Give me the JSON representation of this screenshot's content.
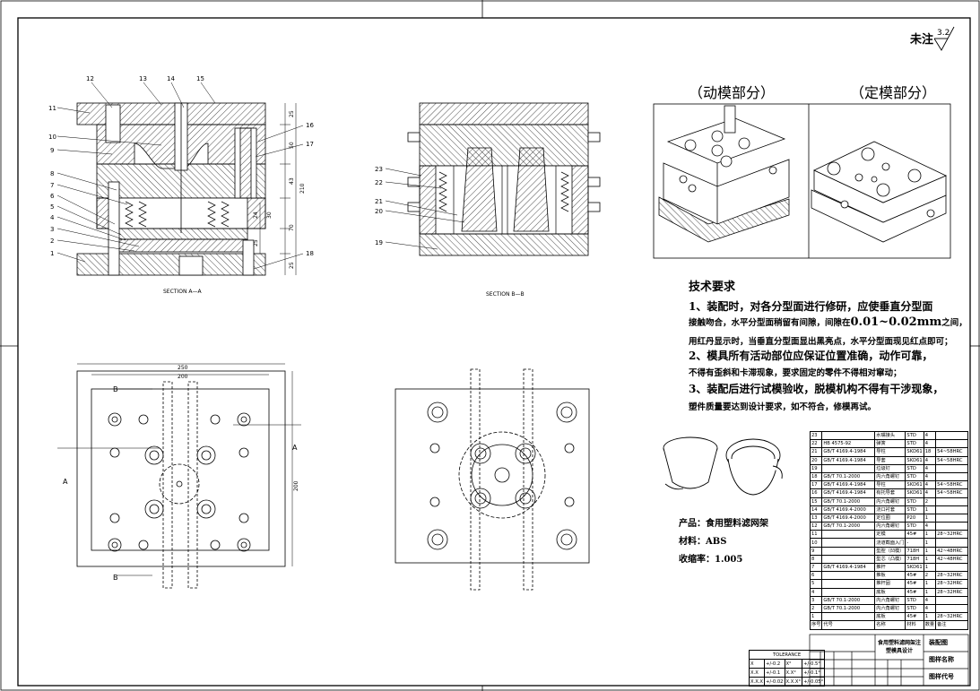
{
  "header": {
    "surface_note": "未注",
    "roughness": "3.2"
  },
  "sections": {
    "aa": "SECTION A—A",
    "bb": "SECTION B—B"
  },
  "views": {
    "moving": "（动模部分）",
    "fixed": "（定模部分）"
  },
  "section_marks": {
    "a": "A",
    "b": "B"
  },
  "left_callouts": [
    "11",
    "10",
    "9",
    "8",
    "7",
    "6",
    "5",
    "4",
    "3",
    "2",
    "1"
  ],
  "top_callouts": [
    "12",
    "13",
    "14",
    "15"
  ],
  "right_callouts": [
    "16",
    "17",
    "18"
  ],
  "bb_callouts": [
    "23",
    "22",
    "21",
    "20",
    "19"
  ],
  "dimensions": {
    "right": [
      "25",
      "50",
      "43",
      "210",
      "30",
      "70",
      "25"
    ],
    "inner": [
      "24",
      "25"
    ],
    "width_top": "250",
    "width_inner": "200",
    "height_right": "200"
  },
  "tech": {
    "title": "技术要求",
    "l1": "1、装配时，对各分型面进行修研，应使垂直分型面",
    "l2a": "接触吻合，水平分型面稍留有间隙，间隙在",
    "l2b": "0.01~0.02mm",
    "l2c": "之间，",
    "l3": "用红丹显示时，当垂直分型面显出黑亮点，水平分型面现见红点即可；",
    "l4": "2、模具所有活动部位应保证位置准确，动作可靠，",
    "l5": "不得有歪斜和卡滞现象，要求固定的零件不得相对窜动；",
    "l6": "3、装配后进行试模验收，脱模机构不得有干涉现象，",
    "l7": "塑件质量要达到设计要求，如不符合，修模再试。"
  },
  "product": {
    "name": "产品：食用塑料滤网架",
    "material": "材料：ABS",
    "shrink": "收缩率：1.005"
  },
  "bom": [
    [
      "23",
      "",
      "水嘴接头",
      "STD",
      "4",
      ""
    ],
    [
      "22",
      "HB 4575-92",
      "弹簧",
      "STD",
      "4",
      ""
    ],
    [
      "21",
      "GB/T 4169.4-1984",
      "导柱",
      "SKD61",
      "18",
      "54~58HRC"
    ],
    [
      "20",
      "GB/T 4169.4-1984",
      "导套",
      "SKD61",
      "4",
      "54~58HRC"
    ],
    [
      "19",
      "",
      "垃圾钉",
      "STD",
      "4",
      ""
    ],
    [
      "18",
      "GB/T 70.1-2000",
      "内六角螺钉",
      "STD",
      "4",
      ""
    ],
    [
      "17",
      "GB/T 4169.4-1984",
      "导柱",
      "SKD61",
      "4",
      "54~58HRC"
    ],
    [
      "16",
      "GB/T 4169.4-1984",
      "有托导套",
      "SKD61",
      "4",
      "54~58HRC"
    ],
    [
      "15",
      "GB/T 70.1-2000",
      "内六角螺钉",
      "STD",
      "2",
      ""
    ],
    [
      "14",
      "GB/T 4169.4-2000",
      "浇口衬套",
      "STD",
      "1",
      ""
    ],
    [
      "13",
      "GB/T 4169.4-2000",
      "定位圈",
      "P20",
      "1",
      ""
    ],
    [
      "12",
      "GB/T 70.1-2000",
      "内六角螺钉",
      "STD",
      "4",
      ""
    ],
    [
      "11",
      "",
      "定模",
      "45#",
      "1",
      "28~32HRC"
    ],
    [
      "10",
      "",
      "浇道截面入门",
      "-",
      "1",
      ""
    ],
    [
      "9",
      "",
      "型腔（凹模）",
      "718H",
      "1",
      "42~48HRC"
    ],
    [
      "8",
      "",
      "型芯（凸模）",
      "718H",
      "1",
      "42~48HRC"
    ],
    [
      "7",
      "GB/T 4169.4-1984",
      "推杆",
      "SKD61",
      "1",
      ""
    ],
    [
      "6",
      "",
      "推板",
      "45#",
      "2",
      "28~32HRC"
    ],
    [
      "5",
      "",
      "推杆固",
      "45#",
      "1",
      "28~32HRC"
    ],
    [
      "4",
      "",
      "底板",
      "45#",
      "1",
      "28~32HRC"
    ],
    [
      "3",
      "GB/T 70.1-2000",
      "内六角螺钉",
      "STD",
      "4",
      ""
    ],
    [
      "2",
      "GB/T 70.1-2000",
      "内六角螺钉",
      "STD",
      "4",
      ""
    ],
    [
      "1",
      "",
      "底板",
      "45#",
      "1",
      "28~32HRC"
    ]
  ],
  "bom_header": [
    "序号",
    "代号",
    "名称",
    "材料",
    "数量",
    "备注"
  ],
  "title_block": {
    "design": "食用塑料滤网架注塑模具设计",
    "drawing_type": "装配图",
    "drawing_name": "图样名称",
    "drawing_no": "图样代号"
  },
  "tolerance": {
    "title": "TOLERANCE",
    "rows": [
      [
        "X",
        "+/-0.2",
        "X°",
        "+/-0.5°"
      ],
      [
        "X.X",
        "+/-0.1",
        "X.X°",
        "+/-0.1°"
      ],
      [
        "X.X.X",
        "+/-0.02",
        "X.X.X°",
        "+/-0.05°"
      ]
    ]
  },
  "colors": {
    "line": "#000000",
    "paper": "#ffffff"
  }
}
